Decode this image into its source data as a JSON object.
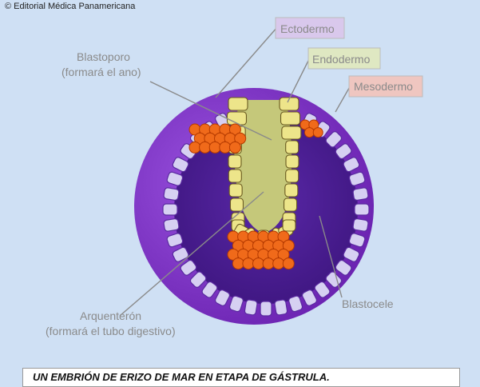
{
  "copyright": "© Editorial Médica Panamericana",
  "labels": {
    "ectodermo": "Ectodermo",
    "endodermo": "Endodermo",
    "mesodermo": "Mesodermo",
    "blastoporo_1": "Blastoporo",
    "blastoporo_2": "(formará el ano)",
    "arquenteron_1": "Arquenterón",
    "arquenteron_2": "(formará el tubo digestivo)",
    "blastocele": "Blastocele"
  },
  "caption": "UN EMBRIÓN DE ERIZO DE MAR EN ETAPA DE GÁSTRULA.",
  "colors": {
    "background": "#cfe0f4",
    "outer_embryo": "#7a2fc0",
    "blastocele": "#4a1d8c",
    "ectoderm_cell": "#d6d0f2",
    "endoderm_cell": "#ede58a",
    "mesoderm_cell": "#f06a1a",
    "archenteron": "#c5c87a",
    "ectodermo_box": "#d9c8ec",
    "endodermo_box": "#dfe8c2",
    "mesodermo_box": "#efc6c0"
  }
}
